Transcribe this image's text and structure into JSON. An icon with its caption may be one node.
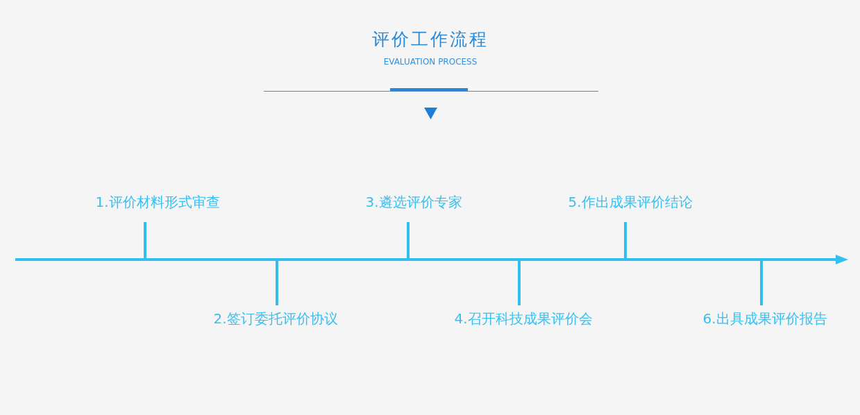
{
  "diagram": {
    "title": "评价工作流程",
    "nodes": [
      {
        "text": [
          "1.评价材料形式审查"
        ]
      },
      {
        "text": [
          "2.签订委托评价协议"
        ]
      },
      {
        "text": [
          "3.遴选评价专家"
        ]
      },
      {
        "text": [
          "4.召开科技成果评价会"
        ]
      },
      {
        "text": [
          "5.作出成果评价结论"
        ]
      },
      {
        "text": [
          "6.出具成果评价报告"
        ]
      },
      {
        "text": [],
        "shape": "bar"
      }
    ],
    "edges": [
      {
        "from": 0,
        "to": 6,
        "arrow": "none"
      },
      {
        "from": 1,
        "to": 6,
        "arrow": "none"
      },
      {
        "from": 2,
        "to": 6,
        "arrow": "none"
      },
      {
        "from": 3,
        "to": 6,
        "arrow": "none"
      },
      {
        "from": 4,
        "to": 6,
        "arrow": "none"
      },
      {
        "from": 5,
        "to": 6,
        "arrow": "none"
      }
    ],
    "labels": [
      "EVALUATION PROCESS"
    ]
  }
}
